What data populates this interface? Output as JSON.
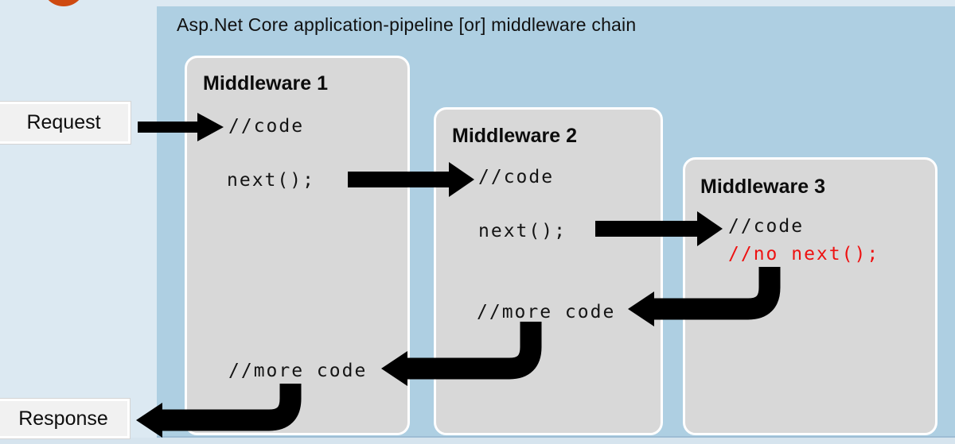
{
  "diagram": {
    "title": "Asp.Net Core application-pipeline [or] middleware chain",
    "request_label": "Request",
    "response_label": "Response",
    "middleware1": {
      "title": "Middleware 1",
      "code": "//code",
      "next": "next();",
      "more_code": "//more code"
    },
    "middleware2": {
      "title": "Middleware 2",
      "code": "//code",
      "next": "next();",
      "more_code": "//more code"
    },
    "middleware3": {
      "title": "Middleware 3",
      "code": "//code",
      "no_next": "//no next();"
    },
    "icons": {
      "orange_circle": "decorative-circle",
      "arrows": "flow-arrows"
    },
    "colors": {
      "background_blue": "#dce9f2",
      "panel_blue": "#aecfe2",
      "box_gray": "#d8d8d8",
      "label_gray": "#f1f1f1",
      "arrow_black": "#000000",
      "no_next_red": "#ee1111",
      "accent_orange": "#ce4a11"
    }
  }
}
